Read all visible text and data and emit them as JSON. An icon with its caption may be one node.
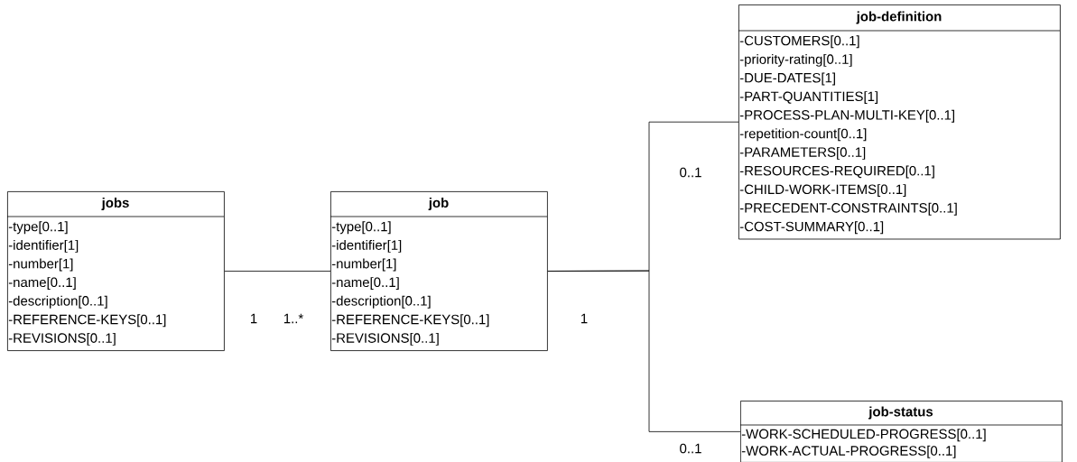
{
  "diagram": {
    "nodes": [
      {
        "text": [
          "jobs",
          "-type[0..1]",
          "-identifier[1]",
          "-number[1]",
          "-name[0..1]",
          "-description[0..1]",
          "-REFERENCE-KEYS[0..1]",
          "-REVISIONS[0..1]"
        ]
      },
      {
        "text": [
          "job",
          "-type[0..1]",
          "-identifier[1]",
          "-number[1]",
          "-name[0..1]",
          "-description[0..1]",
          "-REFERENCE-KEYS[0..1]",
          "-REVISIONS[0..1]"
        ]
      },
      {
        "text": [
          "job-definition",
          "-CUSTOMERS[0..1]",
          "-priority-rating[0..1]",
          "-DUE-DATES[1]",
          "-PART-QUANTITIES[1]",
          "-PROCESS-PLAN-MULTI-KEY[0..1]",
          "-repetition-count[0..1]",
          "-PARAMETERS[0..1]",
          "-RESOURCES-REQUIRED[0..1]",
          "-CHILD-WORK-ITEMS[0..1]",
          "-PRECEDENT-CONSTRAINTS[0..1]",
          "-COST-SUMMARY[0..1]"
        ]
      },
      {
        "text": [
          "job-status",
          "-WORK-SCHEDULED-PROGRESS[0..1]",
          "-WORK-ACTUAL-PROGRESS[0..1]"
        ]
      }
    ],
    "edges": [
      {
        "from": 0,
        "to": 1,
        "arrow": "none"
      },
      {
        "from": 1,
        "to": 2,
        "arrow": "none"
      },
      {
        "from": 1,
        "to": 3,
        "arrow": "none"
      }
    ],
    "labels": [
      "0..1",
      "1",
      "1..*",
      "1",
      "0..1"
    ]
  }
}
